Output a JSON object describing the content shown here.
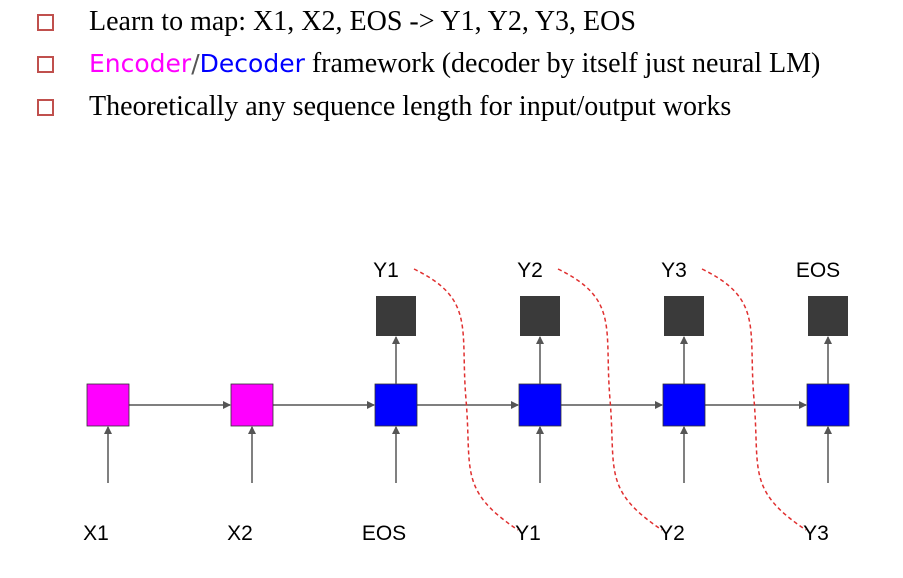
{
  "bullets": [
    {
      "text": "Learn to map: X1, X2, EOS -> Y1, Y2, Y3, EOS"
    },
    {
      "encoder": "Encoder",
      "slash": "/",
      "decoder": "Decoder",
      "rest": " framework (decoder by itself just neural LM)"
    },
    {
      "text": "Theoretically any sequence length for input/output works"
    }
  ],
  "diagram": {
    "nodes": [
      {
        "role": "encoder",
        "input": "X1",
        "output": ""
      },
      {
        "role": "encoder",
        "input": "X2",
        "output": ""
      },
      {
        "role": "decoder",
        "input": "EOS",
        "output": "Y1"
      },
      {
        "role": "decoder",
        "input": "Y1",
        "output": "Y2"
      },
      {
        "role": "decoder",
        "input": "Y2",
        "output": "Y3"
      },
      {
        "role": "decoder",
        "input": "Y3",
        "output": "EOS"
      }
    ],
    "colors": {
      "encoder": "#ff00ff",
      "decoder": "#0000ff",
      "output_box": "#3a3a3a",
      "arrow": "#555555",
      "dashed_feedback": "#e03030",
      "bullet_box": "#c0504d"
    }
  }
}
